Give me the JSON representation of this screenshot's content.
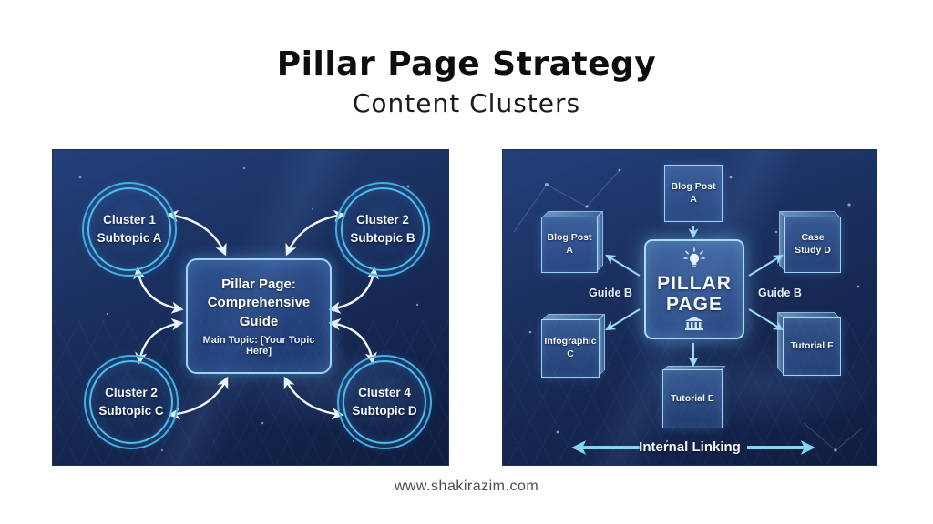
{
  "header": {
    "title": "Pillar Page Strategy",
    "subtitle": "Content Clusters"
  },
  "footer": {
    "url": "www.shakirazim.com"
  },
  "left_panel": {
    "clusters": [
      {
        "label": "Cluster 1\nSubtopic A"
      },
      {
        "label": "Cluster 2\nSubtopic B"
      },
      {
        "label": "Cluster 2\nSubtopic C"
      },
      {
        "label": "Cluster 4\nSubtopic D"
      }
    ],
    "pillar_box": {
      "title": "Pillar Page:",
      "subtitle": "Comprehensive Guide",
      "note": "Main Topic: [Your Topic Here]"
    }
  },
  "right_panel": {
    "center_box": {
      "label": "PILLAR PAGE",
      "icon_top": "lightbulb",
      "icon_bottom": "institution-building"
    },
    "nodes": {
      "top": "Blog Post A",
      "left_top": "Blog Post A",
      "right_top": "Case Study D",
      "left_bottom": "Infographic C",
      "right_bottom": "Tutorial F",
      "bottom": "Tutorial E"
    },
    "guide_left": "Guide B",
    "guide_right": "Guide B",
    "internal_linking": "Internal Linking"
  },
  "colors": {
    "accent_cyan": "#56c8f2",
    "panel_navy": "#152750",
    "arrow_white": "#f2f6fc",
    "arrow_cyan": "#9fdcf5"
  }
}
